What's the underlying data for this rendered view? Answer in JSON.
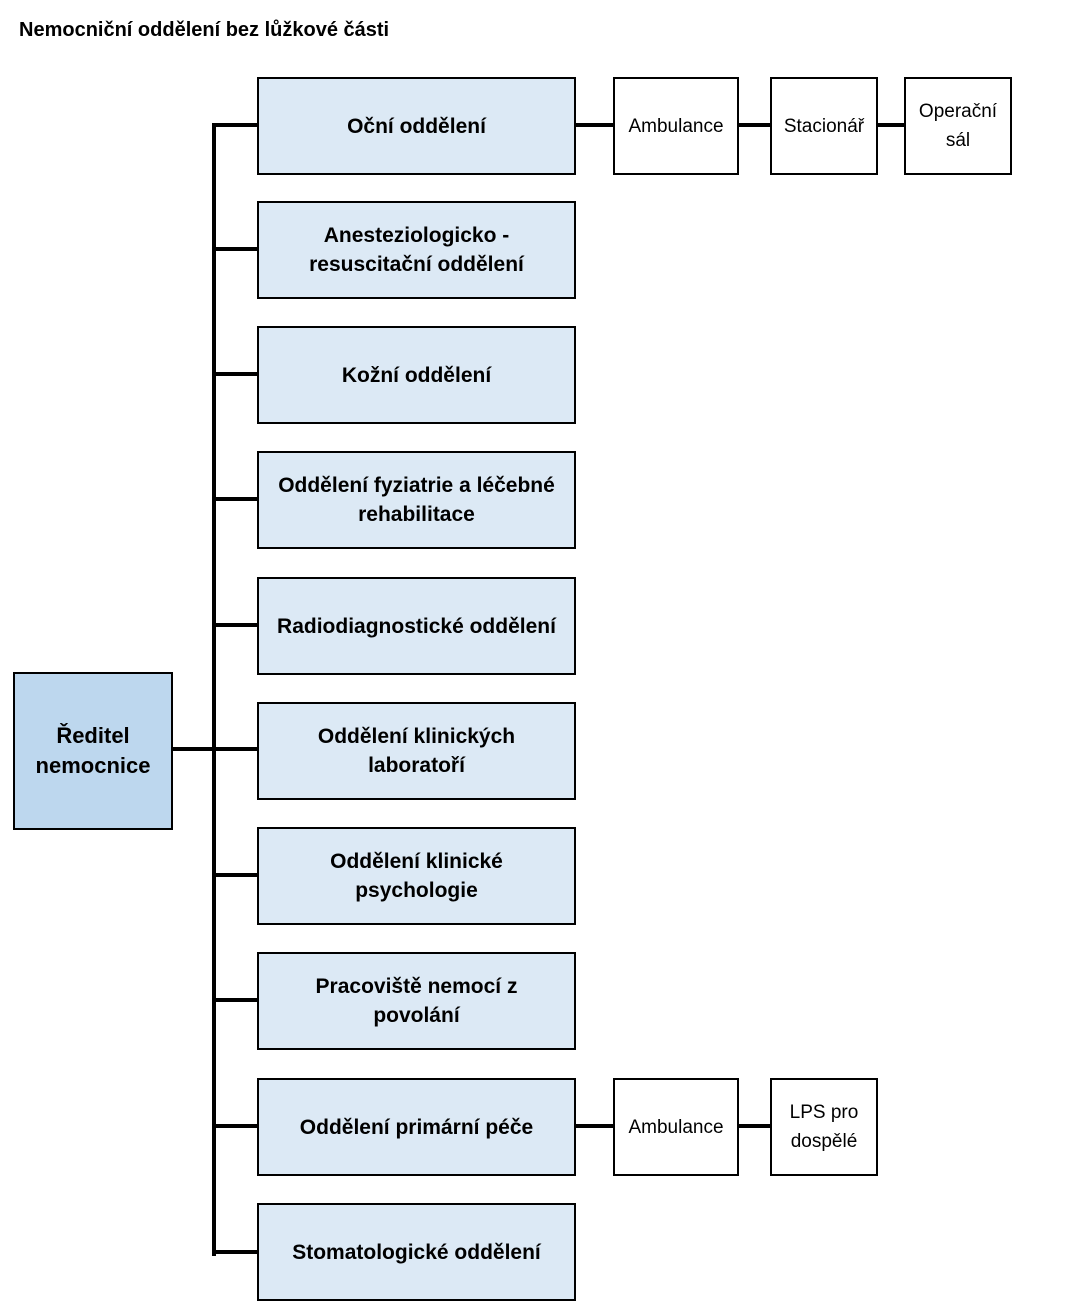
{
  "title": "Nemocniční oddělení bez lůžkové části",
  "director": {
    "line1": "Ředitel",
    "line2": "nemocnice"
  },
  "departments": [
    {
      "line1": "Oční oddělení",
      "line2": ""
    },
    {
      "line1": "Anesteziologicko -",
      "line2": "resuscitační oddělení"
    },
    {
      "line1": "Kožní oddělení",
      "line2": ""
    },
    {
      "line1": "Oddělení fyziatrie a léčebné",
      "line2": "rehabilitace"
    },
    {
      "line1": "Radiodiagnostické oddělení",
      "line2": ""
    },
    {
      "line1": "Oddělení klinických",
      "line2": "laboratoří"
    },
    {
      "line1": "Oddělení klinické",
      "line2": "psychologie"
    },
    {
      "line1": "Pracoviště nemocí z",
      "line2": "povolání"
    },
    {
      "line1": "Oddělení primární péče",
      "line2": ""
    },
    {
      "line1": "Stomatologické oddělení",
      "line2": ""
    }
  ],
  "eye_units": [
    {
      "line1": "Ambulance",
      "line2": ""
    },
    {
      "line1": "Stacionář",
      "line2": ""
    },
    {
      "line1": "Operační",
      "line2": "sál"
    }
  ],
  "primary_care_units": [
    {
      "line1": "Ambulance",
      "line2": ""
    },
    {
      "line1": "LPS pro",
      "line2": "dospělé"
    }
  ]
}
